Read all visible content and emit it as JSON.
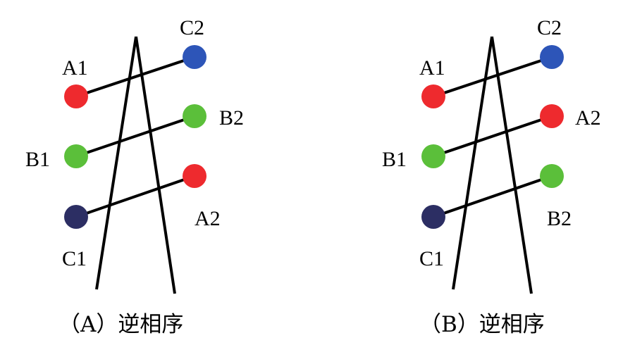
{
  "panels": [
    {
      "caption": "（A）逆相序",
      "nodes": {
        "A1": {
          "label": "A1",
          "color": "#ee2a2e"
        },
        "B1": {
          "label": "B1",
          "color": "#5bbf3a"
        },
        "C1": {
          "label": "C1",
          "color": "#2c2e63"
        },
        "C2": {
          "label": "C2",
          "color": "#2d55b8"
        },
        "B2": {
          "label": "B2",
          "color": "#5bbf3a"
        },
        "A2": {
          "label": "A2",
          "color": "#ee2a2e"
        }
      }
    },
    {
      "caption": "（B）逆相序",
      "nodes": {
        "A1": {
          "label": "A1",
          "color": "#ee2a2e"
        },
        "B1": {
          "label": "B1",
          "color": "#5bbf3a"
        },
        "C1": {
          "label": "C1",
          "color": "#2c2e63"
        },
        "C2": {
          "label": "C2",
          "color": "#2d55b8"
        },
        "A2": {
          "label": "A2",
          "color": "#ee2a2e"
        },
        "B2": {
          "label": "B2",
          "color": "#5bbf3a"
        }
      }
    }
  ]
}
